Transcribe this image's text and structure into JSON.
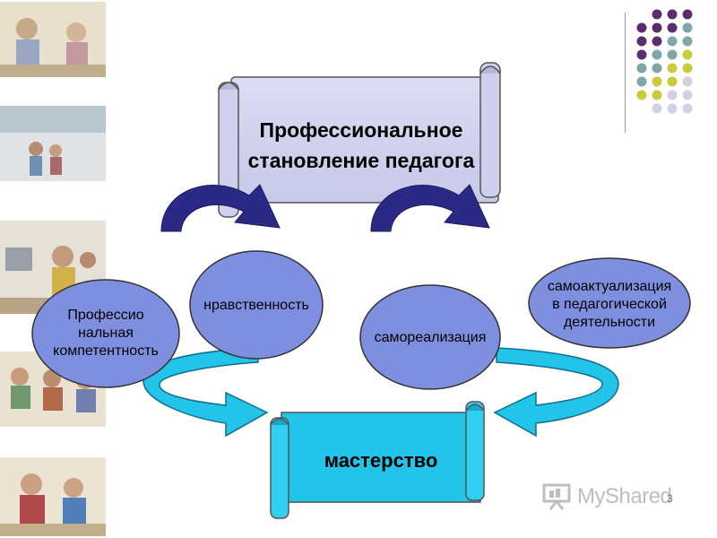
{
  "title": {
    "lines": [
      "Профессиональное",
      "становление педагога"
    ]
  },
  "nodes": {
    "competence": {
      "lines": [
        "Профессио",
        "нальная",
        "компетентность"
      ]
    },
    "morality": {
      "label": "нравственность"
    },
    "self_realization": {
      "label": "самореализация"
    },
    "self_actualization": {
      "lines": [
        "самоактуализация",
        "в педагогической",
        "деятельности"
      ]
    },
    "mastery": {
      "label": "мастерство"
    }
  },
  "branding": {
    "logo_text": "MyShared",
    "page_number": "3"
  },
  "colors": {
    "scroll_fill": "#d6d6f0",
    "oval_fill": "#7f8fe0",
    "mastery_fill": "#22c4ea",
    "curl_arrow_fill": "#2a2a86",
    "flow_arrow_fill": "#22c4ea",
    "dot_purple": "#5a2e6e",
    "dot_teal": "#7fa6a8",
    "dot_yellow": "#c9cc3a",
    "dot_lavender": "#d2d0e2"
  }
}
